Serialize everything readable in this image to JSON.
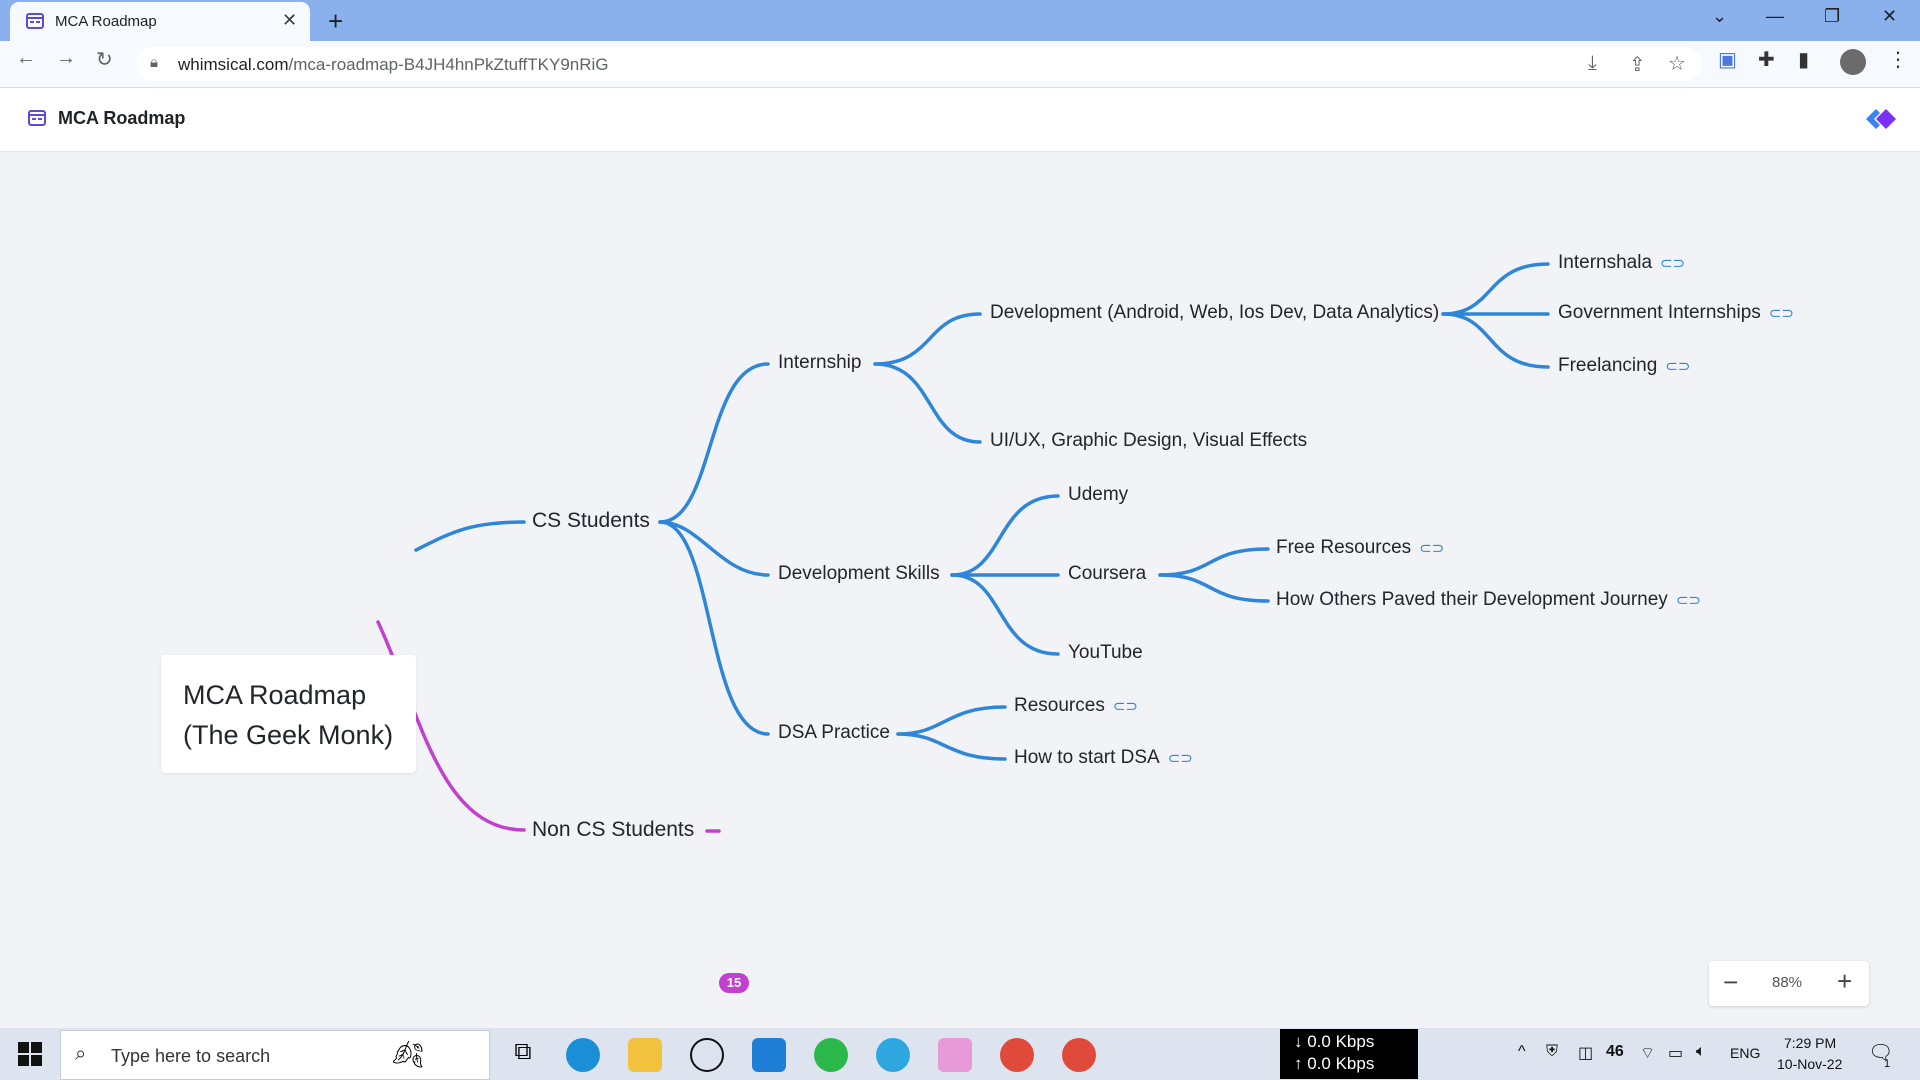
{
  "browser": {
    "tab_title": "MCA Roadmap",
    "url_host": "whimsical.com",
    "url_path": "/mca-roadmap-B4JH4hnPkZtuffTKY9nRiG"
  },
  "app": {
    "title": "MCA Roadmap",
    "brand_color": "#7b2ff7"
  },
  "mindmap": {
    "root": "MCA Roadmap\n(The Geek Monk)",
    "cs_students": "CS Students",
    "non_cs_students": "Non CS Students",
    "non_cs_collapsed_count": "15",
    "internship": "Internship",
    "development_skills": "Development Skills",
    "dsa_practice": "DSA Practice",
    "development": "Development (Android, Web, Ios Dev, Data Analytics)",
    "uiux": "UI/UX, Graphic Design, Visual Effects",
    "internshala": "Internshala",
    "government_internships": "Government Internships",
    "freelancing": "Freelancing",
    "udemy": "Udemy",
    "coursera": "Coursera",
    "youtube": "YouTube",
    "free_resources": "Free Resources",
    "how_others": "How Others Paved their Development Journey",
    "resources": "Resources",
    "how_to_start_dsa": "How to start DSA",
    "cs_branch_color": "#2f86d8",
    "non_cs_branch_color": "#c23fd0"
  },
  "zoom": {
    "minus": "−",
    "value": "88%",
    "plus": "+"
  },
  "taskbar": {
    "search_placeholder": "Type here to search",
    "net_down": "↓ 0.0 Kbps",
    "net_up": "↑ 0.0 Kbps",
    "temperature": "46",
    "language": "ENG",
    "time": "7:29 PM",
    "date": "10-Nov-22",
    "notification_count": "1"
  }
}
